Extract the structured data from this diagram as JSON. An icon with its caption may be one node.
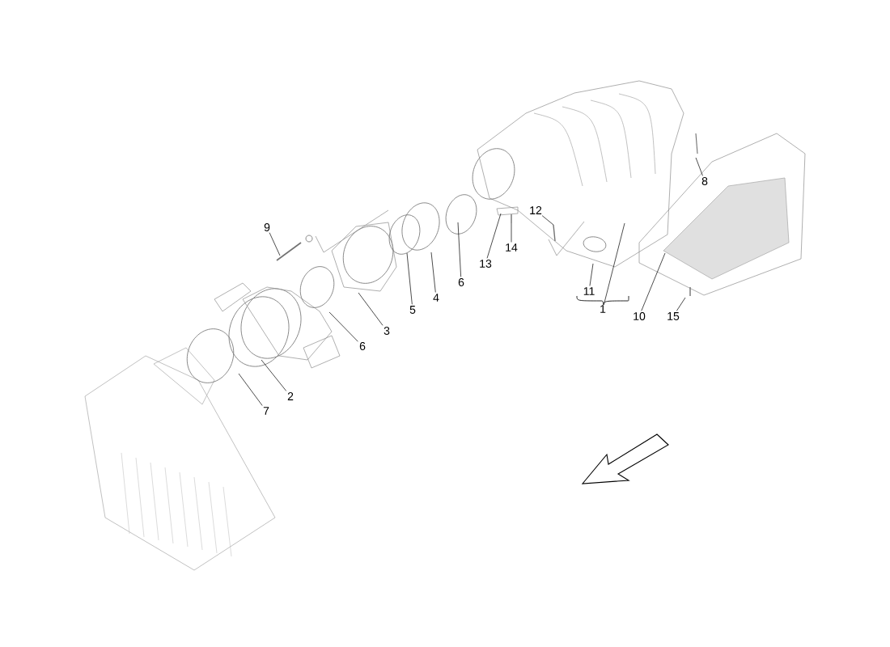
{
  "diagram": {
    "nodes": [
      {
        "text": [
          "8"
        ]
      },
      {
        "text": [
          "9"
        ]
      },
      {
        "text": [
          "12"
        ]
      },
      {
        "text": [
          "14"
        ]
      },
      {
        "text": [
          "13"
        ]
      },
      {
        "text": [
          "6"
        ]
      },
      {
        "text": [
          "4"
        ]
      },
      {
        "text": [
          "5"
        ]
      },
      {
        "text": [
          "11"
        ]
      },
      {
        "text": [
          "1"
        ]
      },
      {
        "text": [
          "10"
        ]
      },
      {
        "text": [
          "15"
        ]
      },
      {
        "text": [
          "3"
        ]
      },
      {
        "text": [
          "6"
        ]
      },
      {
        "text": [
          "2"
        ]
      },
      {
        "text": [
          "7"
        ]
      }
    ],
    "edges": [
      {
        "from": 0,
        "to": null,
        "arrow": "none"
      },
      {
        "from": 1,
        "to": null,
        "arrow": "none"
      },
      {
        "from": 2,
        "to": null,
        "arrow": "none"
      },
      {
        "from": 3,
        "to": null,
        "arrow": "none"
      },
      {
        "from": 4,
        "to": null,
        "arrow": "none"
      },
      {
        "from": 5,
        "to": null,
        "arrow": "none"
      },
      {
        "from": 6,
        "to": null,
        "arrow": "none"
      },
      {
        "from": 7,
        "to": null,
        "arrow": "none"
      },
      {
        "from": 8,
        "to": null,
        "arrow": "none"
      },
      {
        "from": 9,
        "to": null,
        "arrow": "none"
      },
      {
        "from": 10,
        "to": null,
        "arrow": "none"
      },
      {
        "from": 11,
        "to": null,
        "arrow": "none"
      },
      {
        "from": 12,
        "to": null,
        "arrow": "none"
      },
      {
        "from": 13,
        "to": null,
        "arrow": "none"
      },
      {
        "from": 14,
        "to": null,
        "arrow": "none"
      },
      {
        "from": 15,
        "to": null,
        "arrow": "none"
      }
    ]
  }
}
